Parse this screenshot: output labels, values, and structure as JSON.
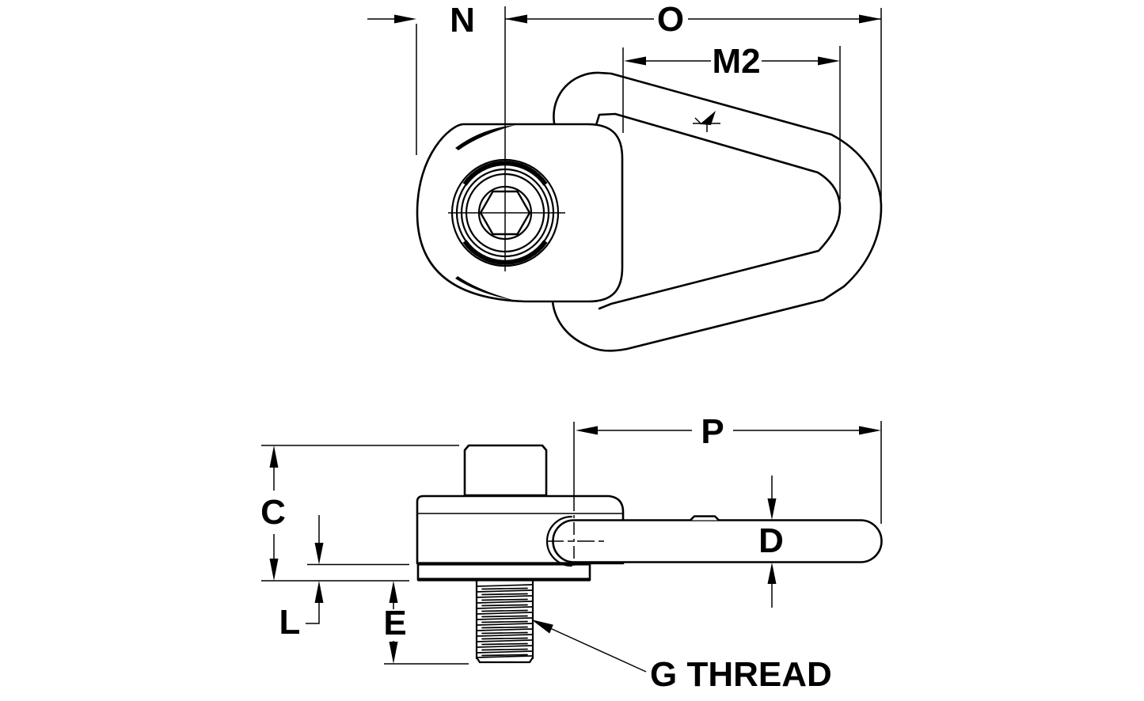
{
  "page": {
    "type": "technical-drawing",
    "background_color": "#ffffff",
    "line_color": "#000000",
    "views": {
      "top_view": "hoist-ring-top-view",
      "side_view": "hoist-ring-side-view"
    }
  },
  "labels": {
    "n": "N",
    "o": "O",
    "m2": "M2",
    "c": "C",
    "l": "L",
    "e": "E",
    "p": "P",
    "d": "D",
    "g_thread": "G THREAD"
  }
}
